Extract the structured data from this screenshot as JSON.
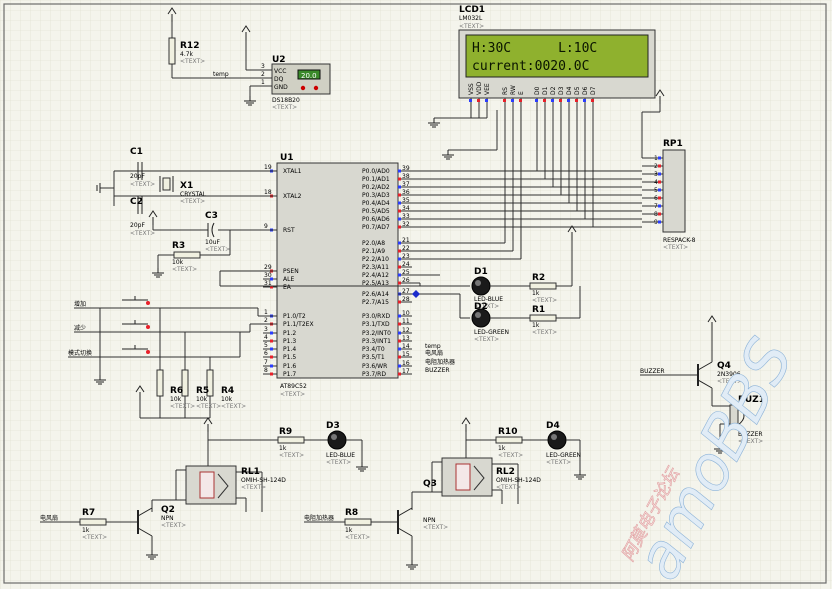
{
  "lcd": {
    "ref": "LCD1",
    "model": "LM032L",
    "line1": "H:30C      L:10C",
    "line2": "current:0020.0C",
    "pins": [
      "VSS",
      "VDD",
      "VEE",
      "RS",
      "RW",
      "E",
      "D0",
      "D1",
      "D2",
      "D3",
      "D4",
      "D5",
      "D6",
      "D7"
    ]
  },
  "u2": {
    "ref": "U2",
    "model": "DS18B20",
    "reading": "20.0",
    "pins": [
      "VCC",
      "DQ",
      "GND"
    ],
    "nums": [
      "3",
      "2",
      "1"
    ],
    "net": "temp"
  },
  "r12": {
    "ref": "R12",
    "val": "4.7k"
  },
  "u1": {
    "ref": "U1",
    "model": "AT89C52",
    "left_pins": [
      {
        "name": "XTAL1",
        "num": "19"
      },
      {
        "name": "XTAL2",
        "num": "18"
      },
      {
        "name": "RST",
        "num": "9"
      },
      {
        "name": "PSEN",
        "num": "29"
      },
      {
        "name": "ALE",
        "num": "30"
      },
      {
        "name": "EA",
        "num": "31"
      },
      {
        "name": "P1.0/T2",
        "num": "1"
      },
      {
        "name": "P1.1/T2EX",
        "num": "2"
      },
      {
        "name": "P1.2",
        "num": "3"
      },
      {
        "name": "P1.3",
        "num": "4"
      },
      {
        "name": "P1.4",
        "num": "5"
      },
      {
        "name": "P1.5",
        "num": "6"
      },
      {
        "name": "P1.6",
        "num": "7"
      },
      {
        "name": "P1.7",
        "num": "8"
      }
    ],
    "right_pins": [
      {
        "name": "P0.0/AD0",
        "num": "39"
      },
      {
        "name": "P0.1/AD1",
        "num": "38"
      },
      {
        "name": "P0.2/AD2",
        "num": "37"
      },
      {
        "name": "P0.3/AD3",
        "num": "36"
      },
      {
        "name": "P0.4/AD4",
        "num": "35"
      },
      {
        "name": "P0.5/AD5",
        "num": "34"
      },
      {
        "name": "P0.6/AD6",
        "num": "33"
      },
      {
        "name": "P0.7/AD7",
        "num": "32"
      },
      {
        "name": "P2.0/A8",
        "num": "21"
      },
      {
        "name": "P2.1/A9",
        "num": "22"
      },
      {
        "name": "P2.2/A10",
        "num": "23"
      },
      {
        "name": "P2.3/A11",
        "num": "24"
      },
      {
        "name": "P2.4/A12",
        "num": "25"
      },
      {
        "name": "P2.5/A13",
        "num": "26"
      },
      {
        "name": "P2.6/A14",
        "num": "27"
      },
      {
        "name": "P2.7/A15",
        "num": "28"
      },
      {
        "name": "P3.0/RXD",
        "num": "10"
      },
      {
        "name": "P3.1/TXD",
        "num": "11"
      },
      {
        "name": "P3.2/INT0",
        "num": "12"
      },
      {
        "name": "P3.3/INT1",
        "num": "13"
      },
      {
        "name": "P3.4/T0",
        "num": "14"
      },
      {
        "name": "P3.5/T1",
        "num": "15"
      },
      {
        "name": "P3.6/WR",
        "num": "16"
      },
      {
        "name": "P3.7/RD",
        "num": "17"
      }
    ],
    "net_labels": [
      "temp",
      "电风扇",
      "电阻加热器",
      "BUZZER"
    ]
  },
  "c1": {
    "ref": "C1",
    "val": "20pF"
  },
  "c2": {
    "ref": "C2",
    "val": "20pF"
  },
  "c3": {
    "ref": "C3",
    "val": "10uF"
  },
  "x1": {
    "ref": "X1",
    "val": "CRYSTAL"
  },
  "r3": {
    "ref": "R3",
    "val": "10k"
  },
  "rp1": {
    "ref": "RP1",
    "val": "RESPACK-8",
    "nums": [
      "1",
      "2",
      "3",
      "4",
      "5",
      "6",
      "7",
      "8",
      "9"
    ]
  },
  "buttons": [
    "增加",
    "减少",
    "模式切换"
  ],
  "r4": {
    "ref": "R4",
    "val": "10k"
  },
  "r5": {
    "ref": "R5",
    "val": "10k"
  },
  "r6": {
    "ref": "R6",
    "val": "10k"
  },
  "d1": {
    "ref": "D1",
    "val": "LED-BLUE"
  },
  "d2": {
    "ref": "D2",
    "val": "LED-GREEN"
  },
  "r1": {
    "ref": "R1",
    "val": "1k"
  },
  "r2": {
    "ref": "R2",
    "val": "1k"
  },
  "q4": {
    "ref": "Q4",
    "val": "2N3906",
    "net": "BUZZER"
  },
  "buz1": {
    "ref": "BUZ1",
    "val": "BUZZER"
  },
  "d3": {
    "ref": "D3",
    "val": "LED-BLUE"
  },
  "d4": {
    "ref": "D4",
    "val": "LED-GREEN"
  },
  "r9": {
    "ref": "R9",
    "val": "1k"
  },
  "r10": {
    "ref": "R10",
    "val": "1k"
  },
  "rl1": {
    "ref": "RL1",
    "val": "OMIH-SH-124D"
  },
  "rl2": {
    "ref": "RL2",
    "val": "OMIH-SH-124D"
  },
  "q2": {
    "ref": "Q2",
    "val": "NPN"
  },
  "q3": {
    "ref": "Q3",
    "val": "NPN"
  },
  "r7": {
    "ref": "R7",
    "val": "1k",
    "net": "电风扇"
  },
  "r8": {
    "ref": "R8",
    "val": "1k",
    "net": "电阻加热器"
  },
  "text_placeholder": "<TEXT>",
  "watermark": {
    "cn": "阿莫电子论坛",
    "en": "amoBBS"
  }
}
